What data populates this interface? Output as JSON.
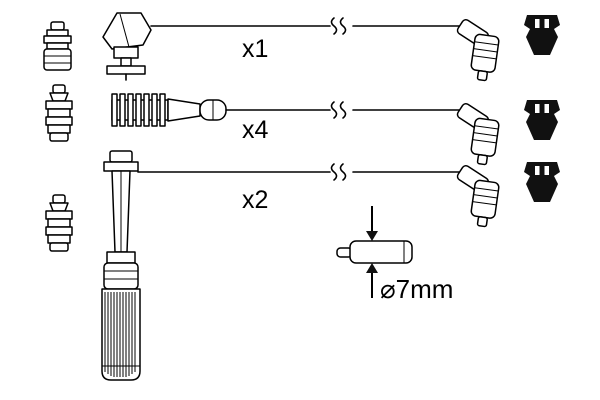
{
  "diagram": {
    "background_color": "#ffffff",
    "stroke_color": "#000000",
    "cables": [
      {
        "quantity_label": "x1"
      },
      {
        "quantity_label": "x4"
      },
      {
        "quantity_label": "x2"
      }
    ],
    "dimension_callout": {
      "label": "⌀7mm"
    }
  }
}
